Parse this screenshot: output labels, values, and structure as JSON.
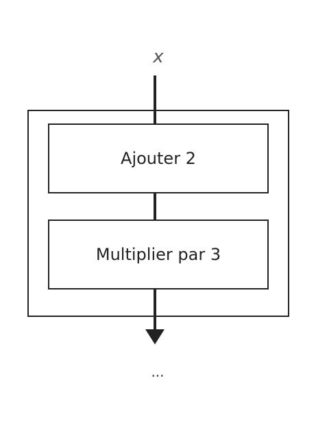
{
  "diagram": {
    "input_label": "x",
    "steps": [
      {
        "label": "Ajouter 2"
      },
      {
        "label": "Multiplier par 3"
      }
    ],
    "output_label": "..."
  }
}
